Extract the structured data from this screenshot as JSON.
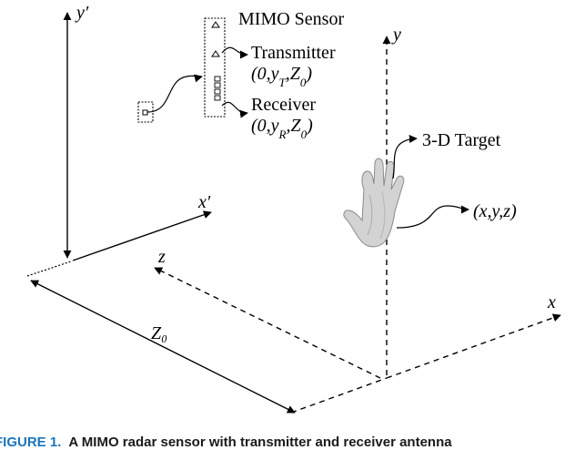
{
  "labels": {
    "y_prime": "y′",
    "x_prime": "x′",
    "y": "y",
    "z": "z",
    "x": "x",
    "z0": "Z₀",
    "mimo_sensor": "MIMO Sensor",
    "transmitter": "Transmitter",
    "transmitter_coord": "(0,y_T,Z_0)",
    "receiver": "Receiver",
    "receiver_coord": "(0,y_R,Z_0)",
    "target": "3-D Target",
    "target_coord": "(x,y,z)"
  },
  "caption": {
    "figure_label": "FIGURE 1.",
    "text": "A MIMO radar sensor with transmitter and receiver antenna"
  }
}
